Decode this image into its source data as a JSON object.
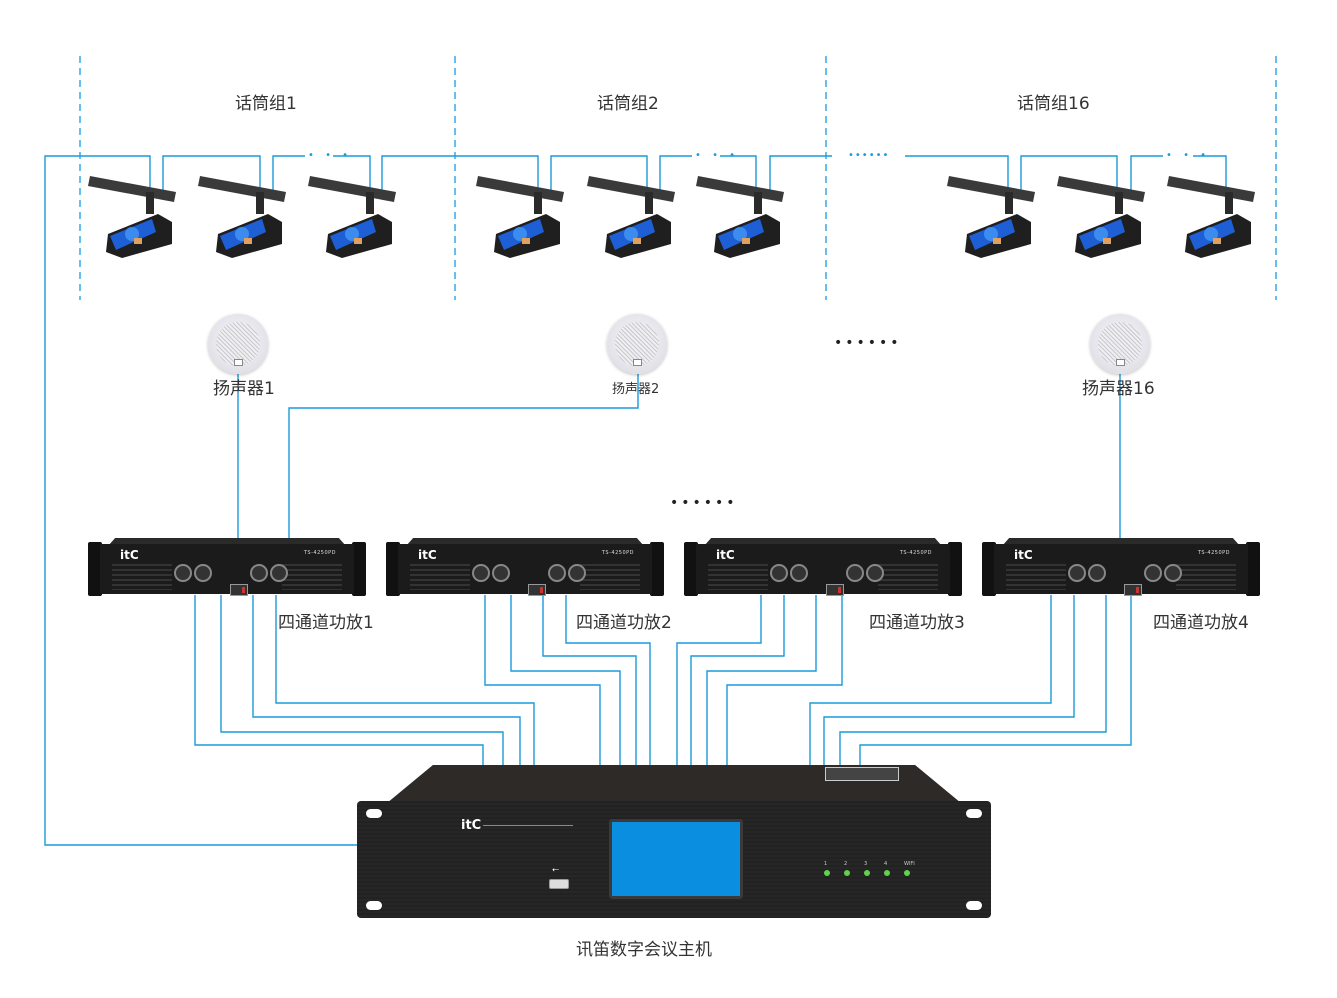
{
  "diagram": {
    "mic_groups": [
      {
        "label": "话筒组1",
        "link_dots": "• • •"
      },
      {
        "label": "话筒组2",
        "link_dots": "• • •"
      },
      {
        "label": "话筒组16",
        "link_dots": "• • •"
      }
    ],
    "between_groups_dots": "••••••",
    "speakers": [
      {
        "label": "扬声器1"
      },
      {
        "label": "扬声器2"
      },
      {
        "label": "扬声器16"
      }
    ],
    "speakers_ellipsis": "••••••",
    "amps_ellipsis": "••••••",
    "amplifiers": [
      {
        "label": "四通道功放1",
        "brand": "itC",
        "model": "TS-4250PD"
      },
      {
        "label": "四通道功放2",
        "brand": "itC",
        "model": "TS-4250PD"
      },
      {
        "label": "四通道功放3",
        "brand": "itC",
        "model": "TS-4250PD"
      },
      {
        "label": "四通道功放4",
        "brand": "itC",
        "model": "TS-4250PD"
      }
    ],
    "host": {
      "label": "讯笛数字会议主机",
      "brand": "itC",
      "usb_icon": "usb-icon",
      "led_labels": [
        "1",
        "2",
        "3",
        "4",
        "WIFI"
      ],
      "screen_color": "#0a8fe0",
      "led_color": "#5fd34a"
    },
    "colors": {
      "wire": "#1a9bdc",
      "group_divider": "#3aa9e6"
    }
  }
}
